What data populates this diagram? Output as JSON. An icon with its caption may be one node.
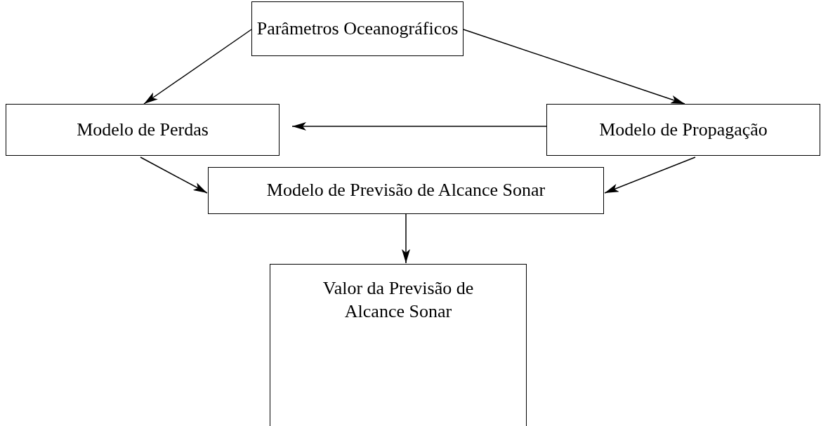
{
  "diagram": {
    "nodes": [
      {
        "text": [
          "Parâmetros Oceanográficos"
        ]
      },
      {
        "text": [
          "Modelo de Perdas"
        ]
      },
      {
        "text": [
          "Modelo de Propagação"
        ]
      },
      {
        "text": [
          "Modelo de Previsão de Alcance Sonar"
        ]
      },
      {
        "text": [
          "Valor da Previsão de Alcance Sonar"
        ]
      }
    ],
    "edges": [
      {
        "from": 0,
        "to": 1,
        "arrow": "to"
      },
      {
        "from": 0,
        "to": 2,
        "arrow": "to"
      },
      {
        "from": 2,
        "to": 1,
        "arrow": "to"
      },
      {
        "from": 1,
        "to": 3,
        "arrow": "to"
      },
      {
        "from": 2,
        "to": 3,
        "arrow": "to"
      },
      {
        "from": 3,
        "to": 4,
        "arrow": "to"
      }
    ]
  }
}
